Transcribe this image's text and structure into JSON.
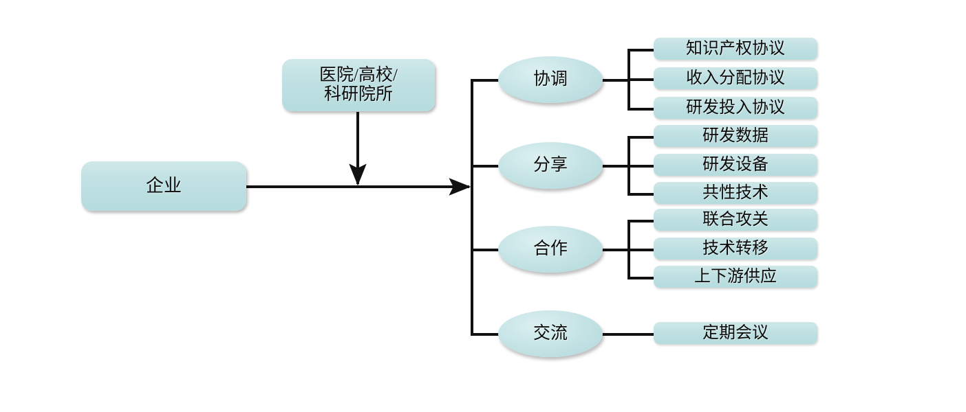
{
  "diagram": {
    "title_present": false,
    "colors": {
      "node_fill": "#bfe0e2",
      "node_fill_light": "#cfe8e9",
      "line": "#111111",
      "text": "#0a0a0a",
      "background": "#ffffff"
    },
    "left": {
      "enterprise": "企业",
      "institution": "医院/高校/\n科研院所"
    },
    "branches": [
      {
        "key": "coordination",
        "label": "协调",
        "items": [
          "知识产权协议",
          "收入分配协议",
          "研发投入协议"
        ]
      },
      {
        "key": "sharing",
        "label": "分享",
        "items": [
          "研发数据",
          "研发设备",
          "共性技术"
        ]
      },
      {
        "key": "cooperation",
        "label": "合作",
        "items": [
          "联合攻关",
          "技术转移",
          "上下游供应"
        ]
      },
      {
        "key": "exchange",
        "label": "交流",
        "items": [
          "定期会议"
        ]
      }
    ]
  }
}
